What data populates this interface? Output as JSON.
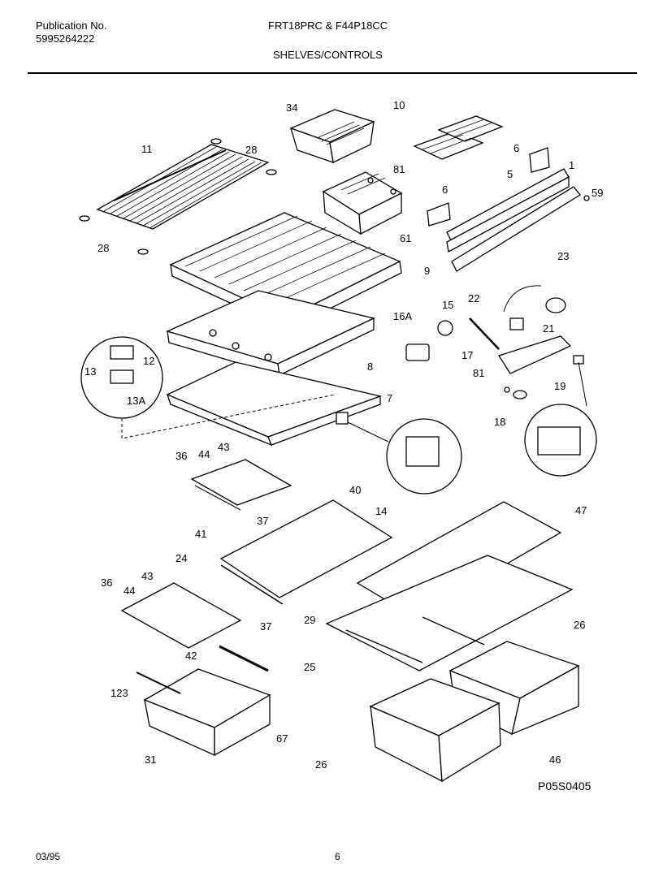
{
  "header": {
    "publication_label": "Publication No.",
    "publication_number": "5995264222",
    "models": "FRT18PRC & F44P18CC",
    "section": "SHELVES/CONTROLS"
  },
  "labels": {
    "p34": "34",
    "p10": "10",
    "p11": "11",
    "p28a": "28",
    "p81a": "81",
    "p6a": "6",
    "p5": "5",
    "p1": "1",
    "p59": "59",
    "p6b": "6",
    "p28b": "28",
    "p61": "61",
    "p9": "9",
    "p23": "23",
    "p22": "22",
    "p15": "15",
    "p16A": "16A",
    "p21": "21",
    "p12": "12",
    "p13": "13",
    "p13A": "13A",
    "p8": "8",
    "p17": "17",
    "p81b": "81",
    "p19": "19",
    "p7": "7",
    "p18": "18",
    "p36a": "36",
    "p44a": "44",
    "p43a": "43",
    "p37a": "37",
    "p14": "14",
    "p40": "40",
    "p47": "47",
    "p41": "41",
    "p24": "24",
    "p29": "29",
    "p36b": "36",
    "p44b": "44",
    "p43b": "43",
    "p37b": "37",
    "p26a": "26",
    "p42": "42",
    "p25": "25",
    "p123": "123",
    "p67": "67",
    "p31": "31",
    "p26b": "26",
    "p46": "46"
  },
  "figure_code": "P05S0405",
  "footer": {
    "date": "03/95",
    "page": "6"
  }
}
